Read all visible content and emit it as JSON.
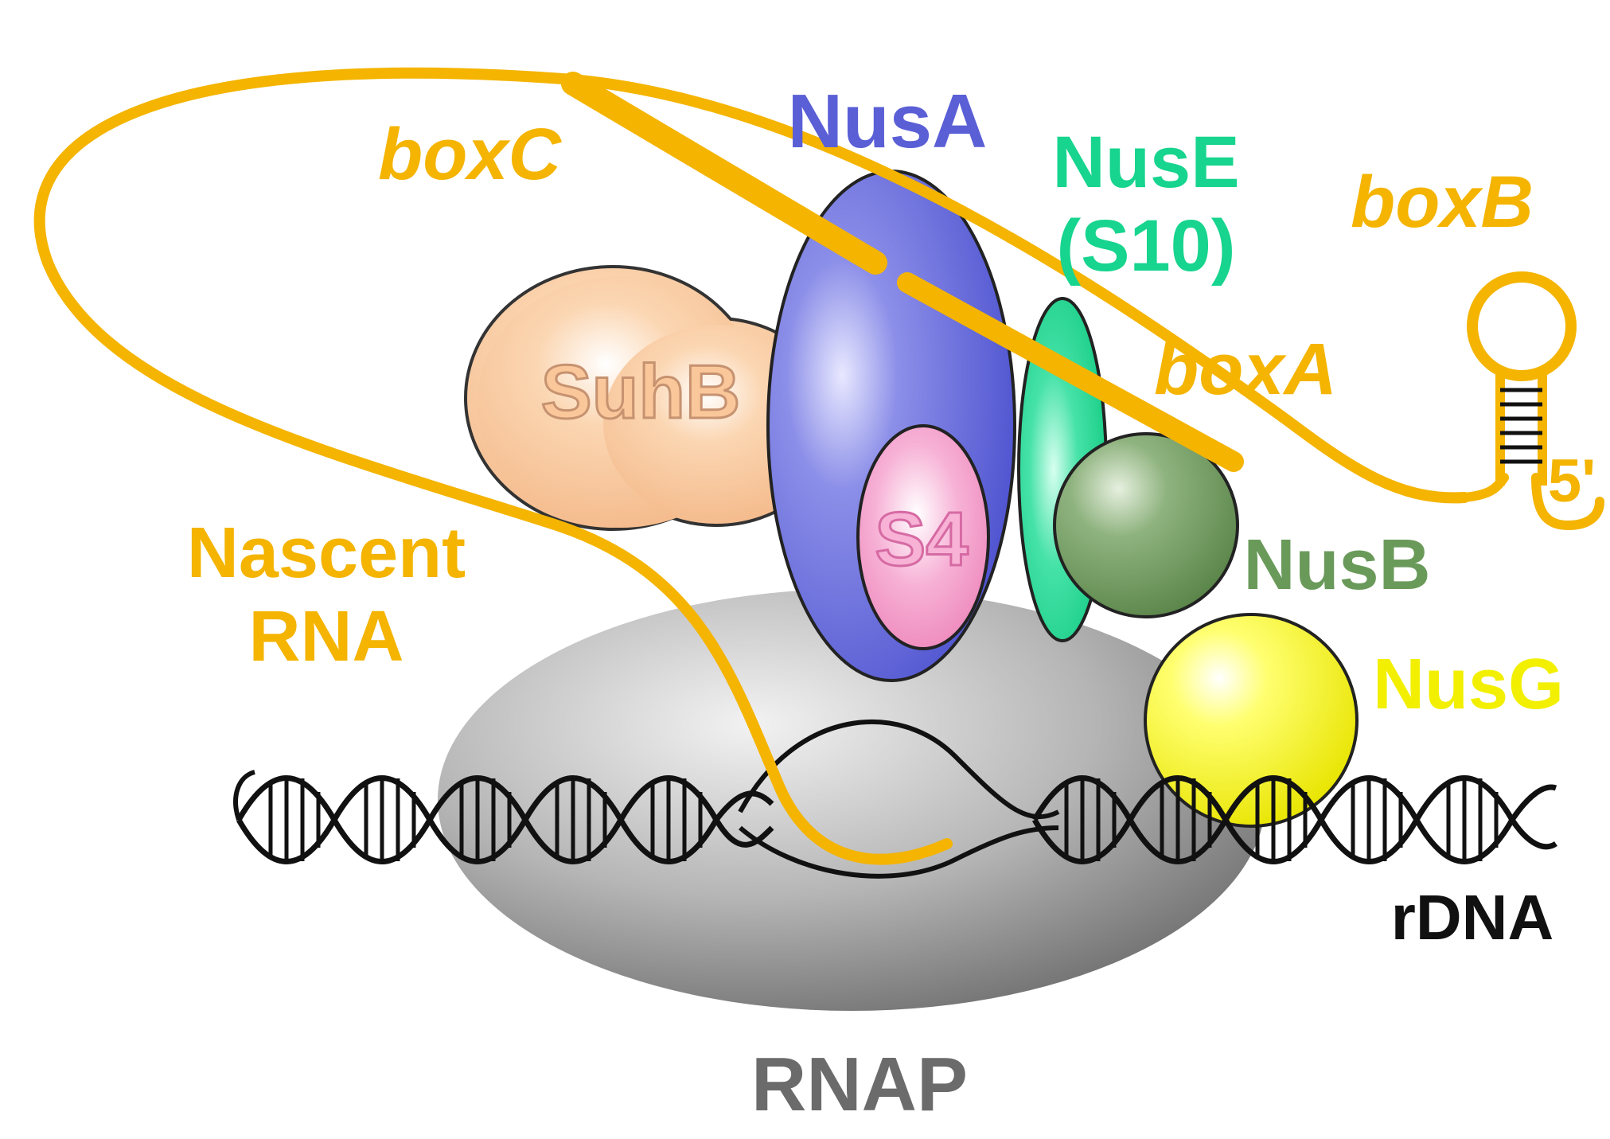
{
  "labels": {
    "nusa": "NusA",
    "nuse_line1": "NusE",
    "nuse_line2": "(S10)",
    "boxc": "boxC",
    "boxb": "boxB",
    "boxa": "boxA",
    "suhb": "SuhB",
    "s4": "S4",
    "five_prime": "5'",
    "nusb": "NusB",
    "nascent_line1": "Nascent",
    "nascent_line2": "RNA",
    "nusg": "NusG",
    "rdna": "rDNA",
    "rnap": "RNAP"
  },
  "colors": {
    "rna": "#f4b400",
    "nusa": "#5a5fd6",
    "nuse": "#17d48e",
    "suhb": "#f9c79a",
    "s4": "#f08cc0",
    "nusb": "#6a9a5a",
    "nusg": "#f2ef00",
    "rnap": "#9a9a9a",
    "dna": "#111111"
  }
}
